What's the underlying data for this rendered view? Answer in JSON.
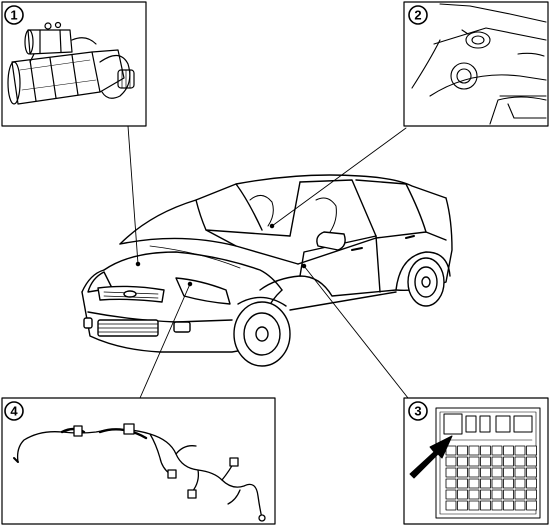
{
  "callouts": [
    {
      "number": "1",
      "subject": "starter-motor"
    },
    {
      "number": "2",
      "subject": "ignition-lock"
    },
    {
      "number": "3",
      "subject": "fuse-relay-box"
    },
    {
      "number": "4",
      "subject": "wiring-harness"
    }
  ],
  "colors": {
    "line": "#000000",
    "background": "#ffffff",
    "shade": "#4a4a4a"
  }
}
